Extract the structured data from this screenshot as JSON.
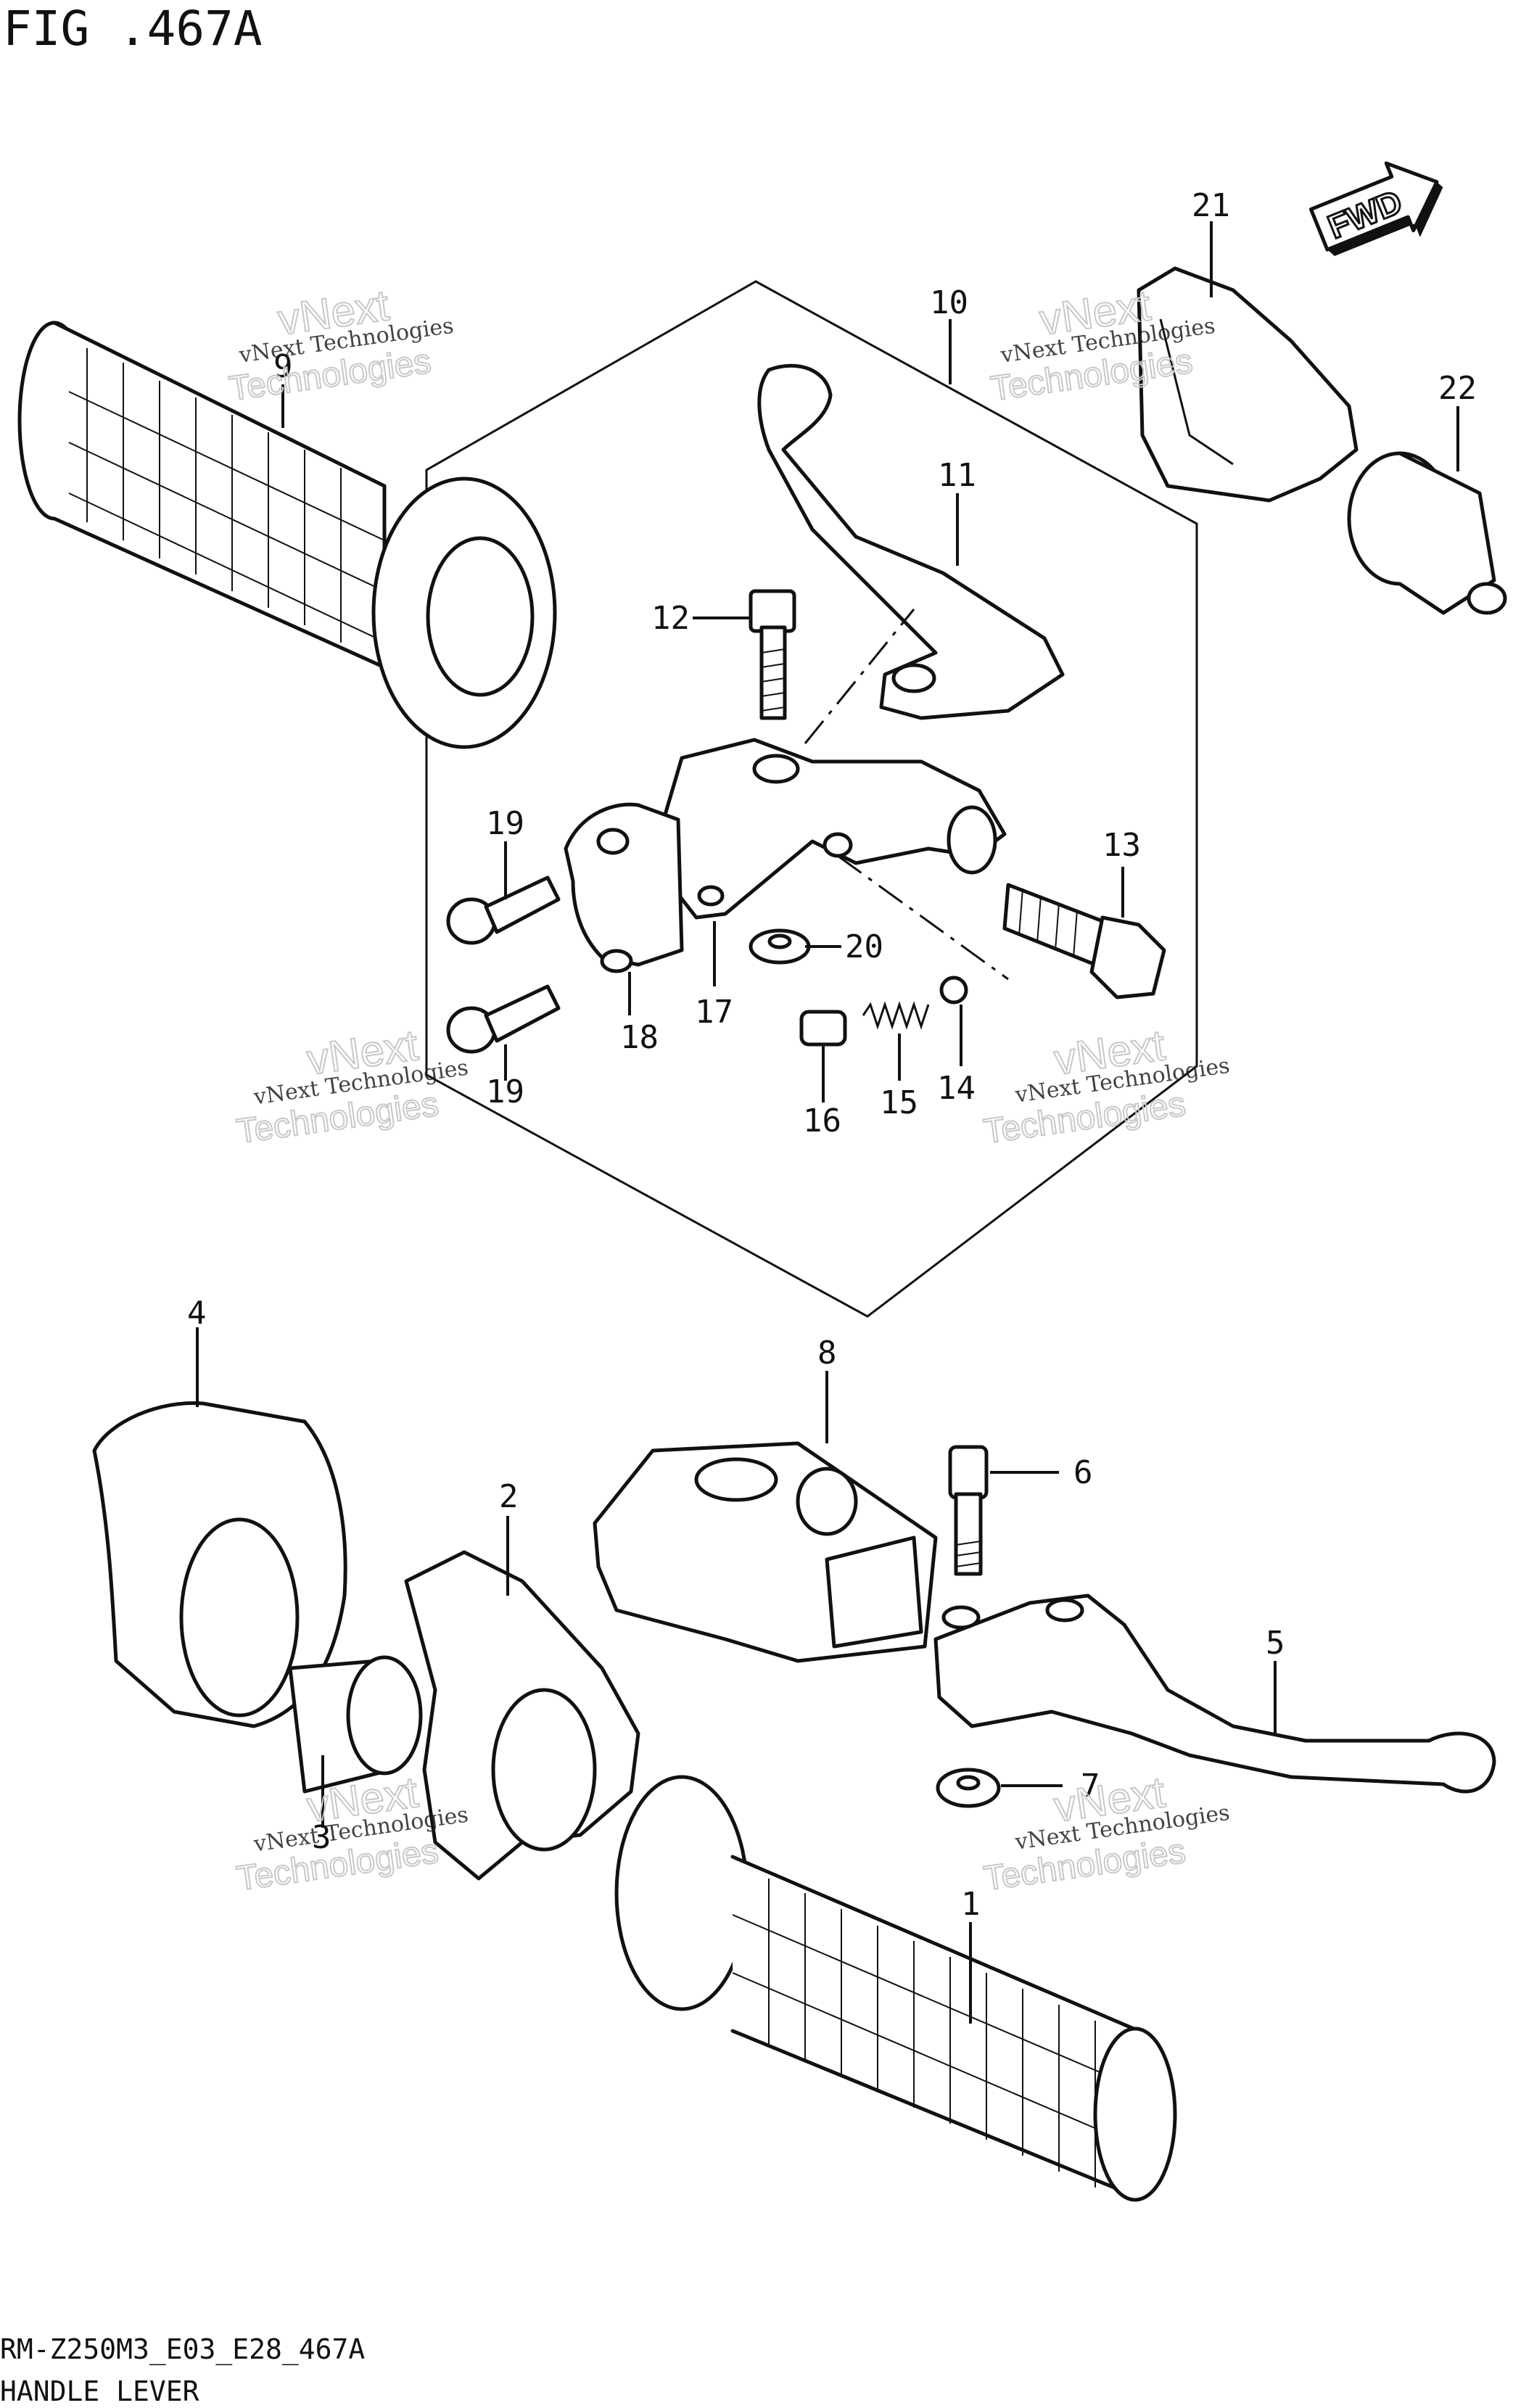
{
  "figure": {
    "title": "FIG .467A",
    "fwd_label": "FWD",
    "footer_code": "RM-Z250M3_E03_E28_467A",
    "footer_name": "HANDLE LEVER"
  },
  "watermark": {
    "line1": "vNext Technologies",
    "line2": "vNext",
    "line3": "Technologies"
  },
  "callouts": [
    "1",
    "2",
    "3",
    "4",
    "5",
    "6",
    "7",
    "8",
    "9",
    "10",
    "11",
    "12",
    "13",
    "14",
    "15",
    "16",
    "17",
    "18",
    "19",
    "19",
    "20",
    "21",
    "22"
  ]
}
